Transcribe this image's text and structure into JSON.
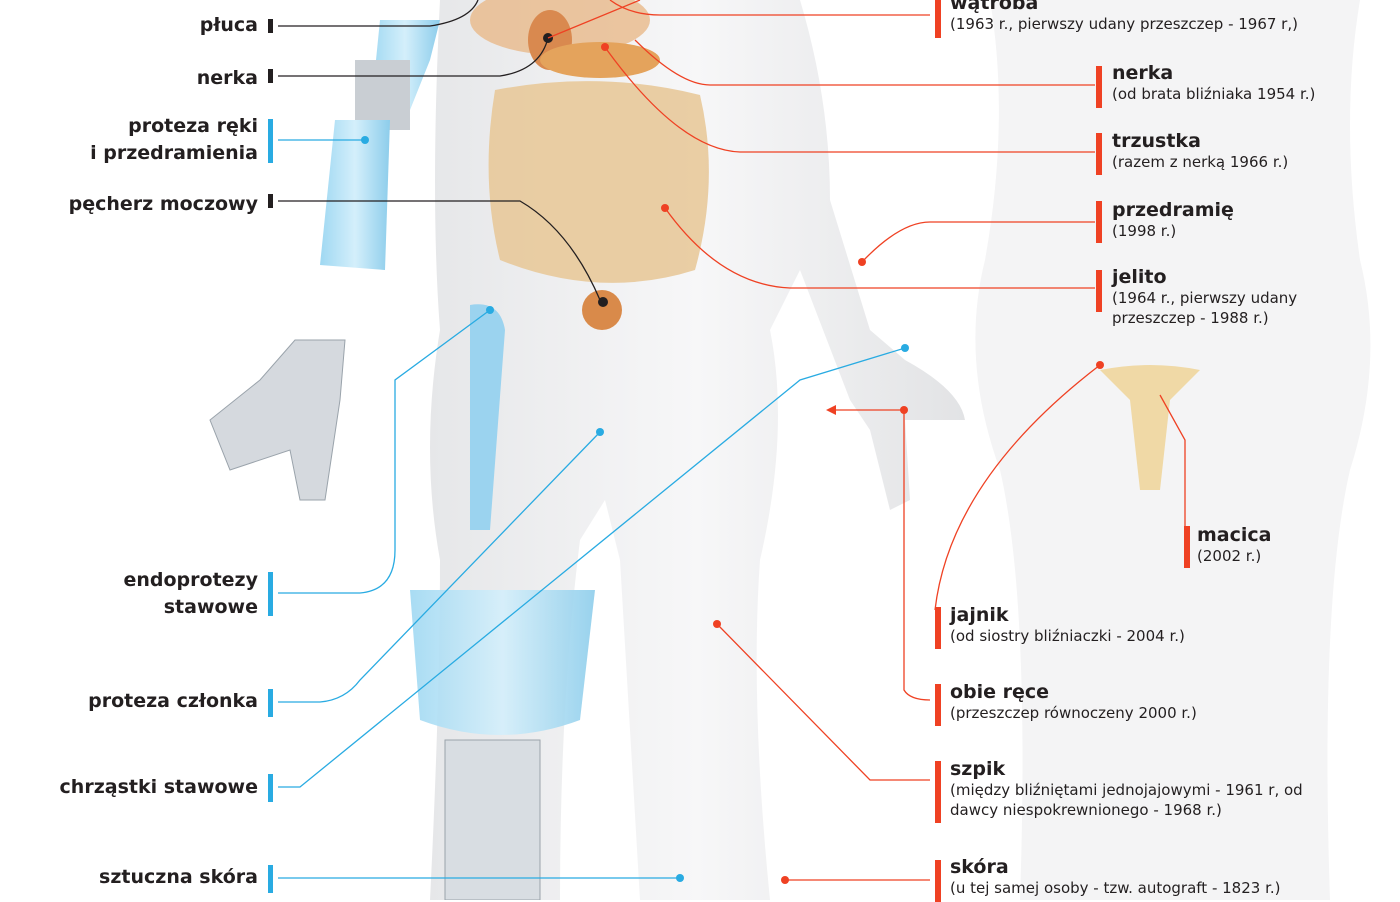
{
  "left_labels": {
    "pluca": "płuca",
    "nerka": "nerka",
    "proteza_reki_1": "proteza ręki",
    "proteza_reki_2": "i przedramienia",
    "pecherz": "pęcherz moczowy",
    "endoprotezy_1": "endoprotezy",
    "endoprotezy_2": "stawowe",
    "proteza_czlonka": "proteza członka",
    "chrzastki": "chrząstki stawowe",
    "sztuczna_skora": "sztuczna skóra"
  },
  "right_labels": [
    {
      "title": "wątroba",
      "desc": "(1963 r., pierwszy udany przeszczep - 1967 r,)"
    },
    {
      "title": "nerka",
      "desc": "(od brata bliźniaka 1954 r.)"
    },
    {
      "title": "trzustka",
      "desc": "(razem z nerką 1966 r.)"
    },
    {
      "title": "przedramię",
      "desc": "(1998 r.)"
    },
    {
      "title": "jelito",
      "desc": "(1964 r., pierwszy udany przeszczep - 1988 r.)"
    },
    {
      "title": "macica",
      "desc": "(2002 r.)"
    },
    {
      "title": "jajnik",
      "desc": "(od siostry bliźniaczki - 2004 r.)"
    },
    {
      "title": "obie ręce",
      "desc": "(przeszczep równoczeny 2000 r.)"
    },
    {
      "title": "szpik",
      "desc": "(między bliźniętami jednojajowymi - 1961 r, od dawcy niespokrewnionego - 1968 r.)"
    },
    {
      "title": "skóra",
      "desc": "(u tej samej osoby - tzw. autograft - 1823 r.)"
    }
  ],
  "colors": {
    "transplant": "#ef4123",
    "prosthesis": "#29abe2",
    "organ": "#231f20"
  }
}
